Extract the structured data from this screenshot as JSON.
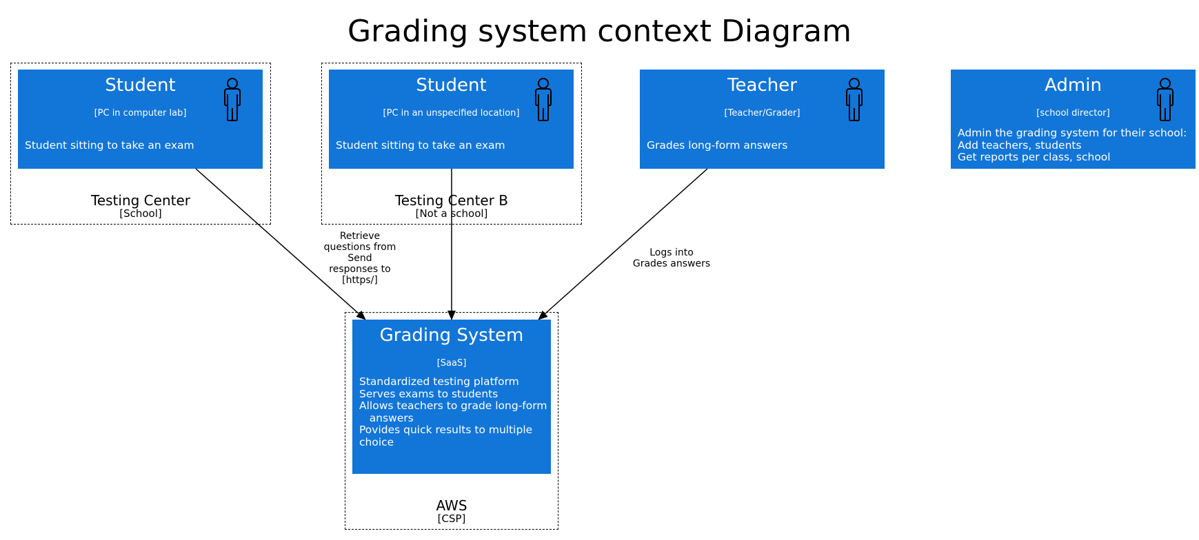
{
  "title": "Grading system context Diagram",
  "colors": {
    "node_fill": "#1275d8",
    "node_text": "#ffffff",
    "line": "#000000"
  },
  "boundaries": {
    "testing_center": {
      "name": "Testing Center",
      "tech": "[School]"
    },
    "testing_center_b": {
      "name": "Testing Center B",
      "tech": "[Not a school]"
    },
    "aws": {
      "name": "AWS",
      "tech": "[CSP]"
    }
  },
  "nodes": {
    "student_lab": {
      "name": "Student",
      "tech": "[PC in computer lab]",
      "desc": [
        "Student sitting to take an exam"
      ],
      "icon": "person-icon"
    },
    "student_unspecified": {
      "name": "Student",
      "tech": "[PC in an unspecified location]",
      "desc": [
        "Student sitting to take an exam"
      ],
      "icon": "person-icon"
    },
    "teacher": {
      "name": "Teacher",
      "tech": "[Teacher/Grader]",
      "desc": [
        "Grades long-form answers"
      ],
      "icon": "person-icon"
    },
    "admin": {
      "name": "Admin",
      "tech": "[school director]",
      "desc": [
        "Admin the grading system for their school:",
        "Add teachers, students",
        "Get reports per class, school"
      ],
      "icon": "person-icon"
    },
    "grading_system": {
      "name": "Grading System",
      "tech": "[SaaS]",
      "desc": [
        "Standardized testing platform",
        "Serves exams to students",
        "Allows teachers to grade long-form",
        "   answers",
        "Povides quick results to multiple",
        "choice"
      ]
    }
  },
  "edges": {
    "student_lab_to_system": {
      "label": [
        "Retrieve",
        "questions from",
        "Send",
        "responses to",
        "[https/]"
      ]
    },
    "student_unspecified_to_system": {
      "label": []
    },
    "teacher_to_system": {
      "label": [
        "Logs into",
        "Grades answers"
      ]
    }
  }
}
